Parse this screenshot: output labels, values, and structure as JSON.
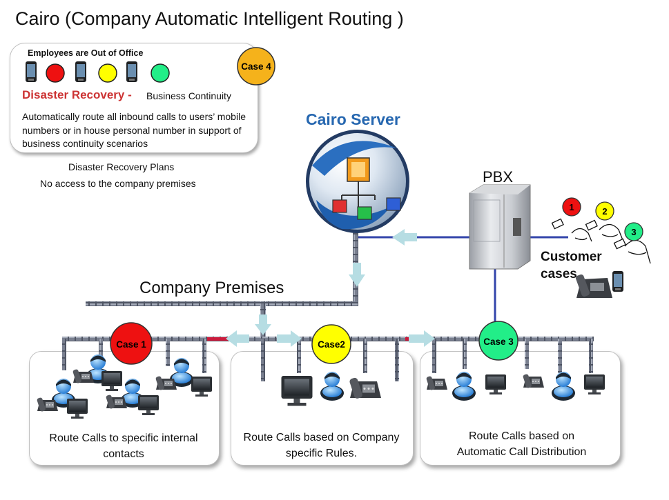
{
  "title": "Cairo (Company Automatic Intelligent Routing )",
  "disaster_box": {
    "heading": "Employees  are Out of Office",
    "title": "Disaster Recovery  -",
    "subtitle": "Business Continuity",
    "description": "Automatically route all inbound calls to users’ mobile numbers or in house personal number in support of business continuity scenarios",
    "case_badge": "Case 4"
  },
  "disaster_notes": {
    "plans": "Disaster Recovery Plans",
    "no_access": "No access to the company premises"
  },
  "server": {
    "title": "Cairo Server"
  },
  "pbx": {
    "label": "PBX"
  },
  "customers": {
    "label_line1": "Customer",
    "label_line2": "cases",
    "numbers": [
      "1",
      "2",
      "3"
    ]
  },
  "premises": {
    "label": "Company Premises"
  },
  "groups": [
    {
      "case_badge": "Case 1",
      "text_line1": "Route Calls to specific internal",
      "text_line2": "contacts"
    },
    {
      "case_badge": "Case2",
      "text_line1": "Route Calls based on Company",
      "text_line2": "specific Rules."
    },
    {
      "case_badge": "Case 3",
      "text_line1": "Route Calls based on",
      "text_line2": "Automatic Call Distribution"
    }
  ],
  "colors": {
    "red": "#ee1111",
    "yellow": "#ffff00",
    "green": "#22ee88",
    "orange": "#f5b21b",
    "blue_line": "#3344aa",
    "pipe": "#6f7585",
    "arrow": "#b6dde3",
    "server_title": "#2667b0",
    "dr_title": "#cc3333"
  }
}
